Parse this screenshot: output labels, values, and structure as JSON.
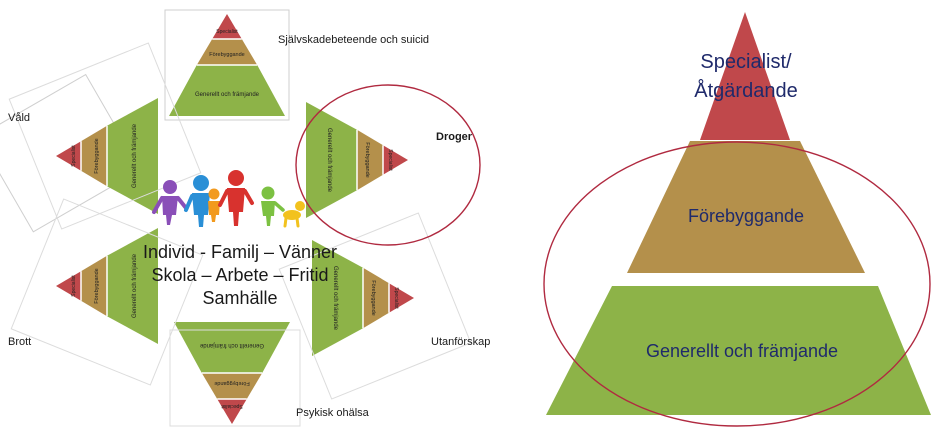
{
  "colors": {
    "red": "#c0484b",
    "tan": "#b4904b",
    "green": "#8db348",
    "pinkStroke": "#b02a40",
    "navy": "#1f2a6b",
    "blackText": "#1a1a1a"
  },
  "center": {
    "line1": "Individ - Familj – Vänner",
    "line2": "Skola – Arbete – Fritid",
    "line3": "Samhälle",
    "figures_icon": "people-figures-icon"
  },
  "small_pyramid": {
    "top": "Specialist",
    "middle": "Förebyggande",
    "bottom": "Generellt och främjande"
  },
  "topics": {
    "top": "Självskadebeteende och suicid",
    "upper_left": "Våld",
    "upper_right": "Droger",
    "lower_left": "Brott",
    "lower_right": "Utanförskap",
    "bottom": "Psykisk ohälsa"
  },
  "big_pyramid": {
    "top_line1": "Specialist/",
    "top_line2": "Åtgärdande",
    "middle": "Förebyggande",
    "bottom": "Generellt och främjande"
  }
}
